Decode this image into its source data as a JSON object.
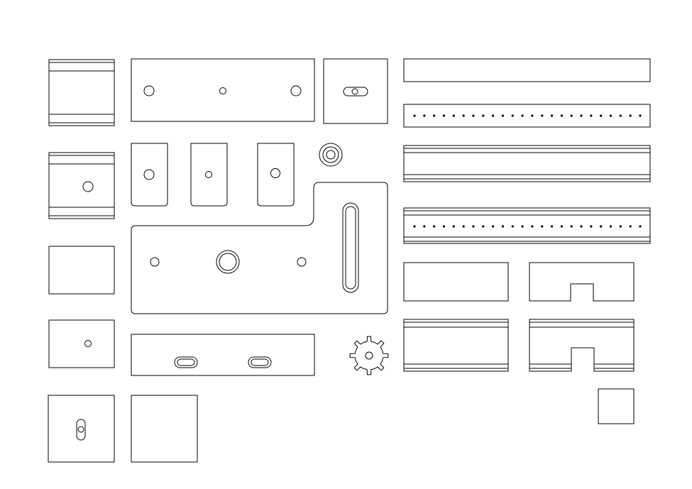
{
  "drawing": {
    "background": "#ffffff",
    "line_color": "#000000",
    "perforated_strip_upper_hole_count": 24,
    "perforated_rail_lower_hole_count": 24,
    "gear_tooth_count": 8
  }
}
